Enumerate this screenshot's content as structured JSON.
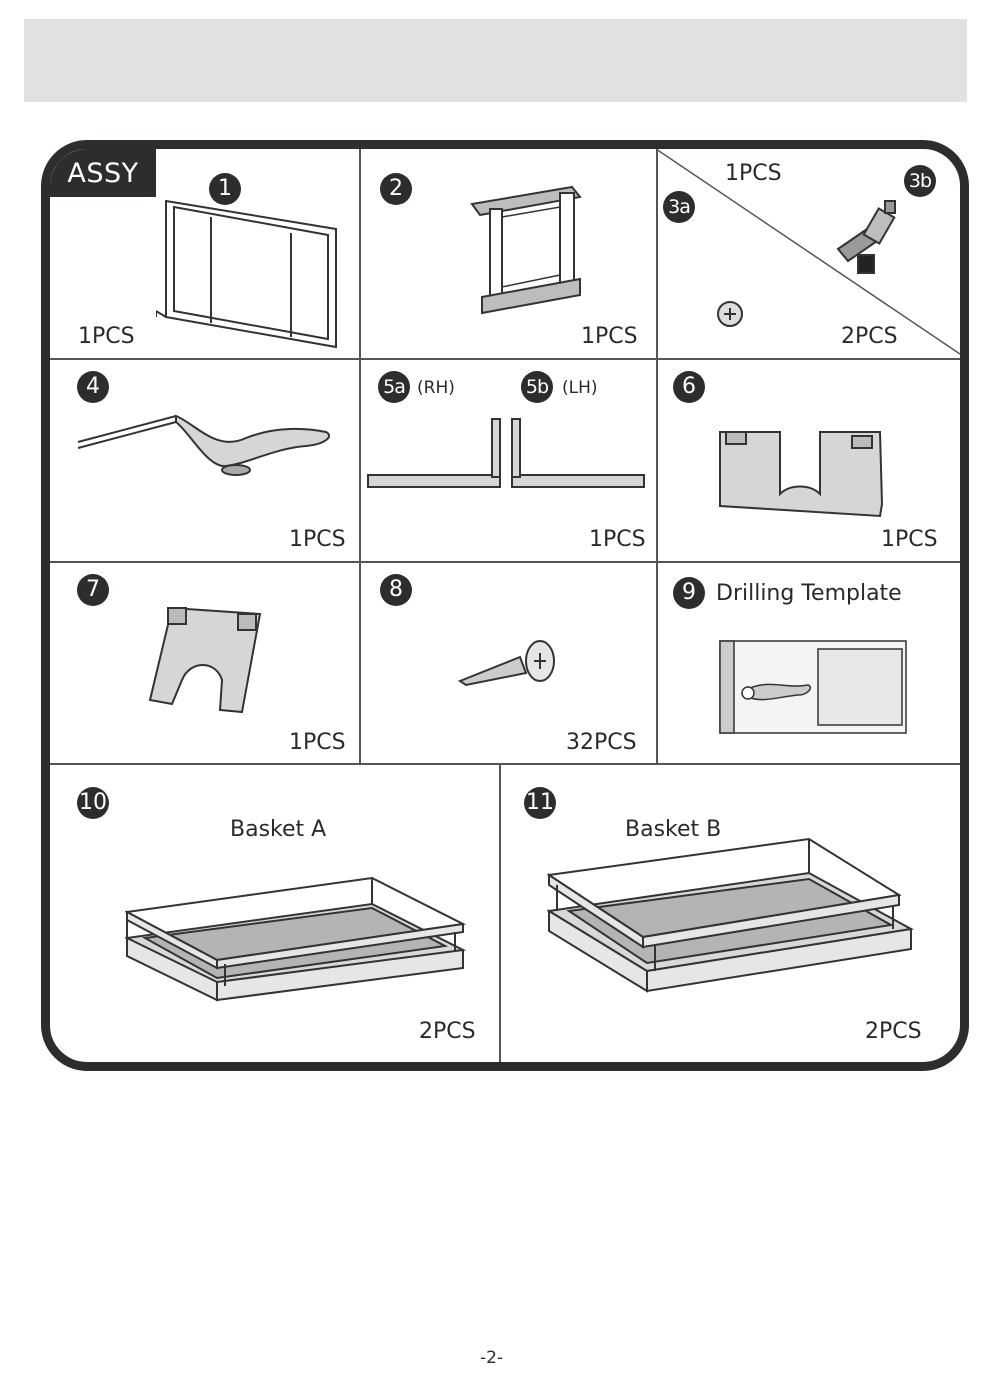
{
  "header": {
    "band": ""
  },
  "assy_label": "ASSY",
  "parts": {
    "p1": {
      "num": "1",
      "qty": "1PCS"
    },
    "p2": {
      "num": "2",
      "qty": "1PCS"
    },
    "p3": {
      "num_a": "3a",
      "num_b": "3b",
      "qty_a": "2PCS",
      "qty_b": "1PCS"
    },
    "p4": {
      "num": "4",
      "qty": "1PCS"
    },
    "p5": {
      "num_a": "5a",
      "label_a": "(RH)",
      "num_b": "5b",
      "label_b": "(LH)",
      "qty": "1PCS"
    },
    "p6": {
      "num": "6",
      "qty": "1PCS"
    },
    "p7": {
      "num": "7",
      "qty": "1PCS"
    },
    "p8": {
      "num": "8",
      "qty": "32PCS"
    },
    "p9": {
      "num": "9",
      "label": "Drilling Template"
    },
    "p10": {
      "num": "10",
      "label": "Basket A",
      "qty": "2PCS"
    },
    "p11": {
      "num": "11",
      "label": "Basket B",
      "qty": "2PCS"
    }
  },
  "footer": {
    "page": "-2-"
  }
}
